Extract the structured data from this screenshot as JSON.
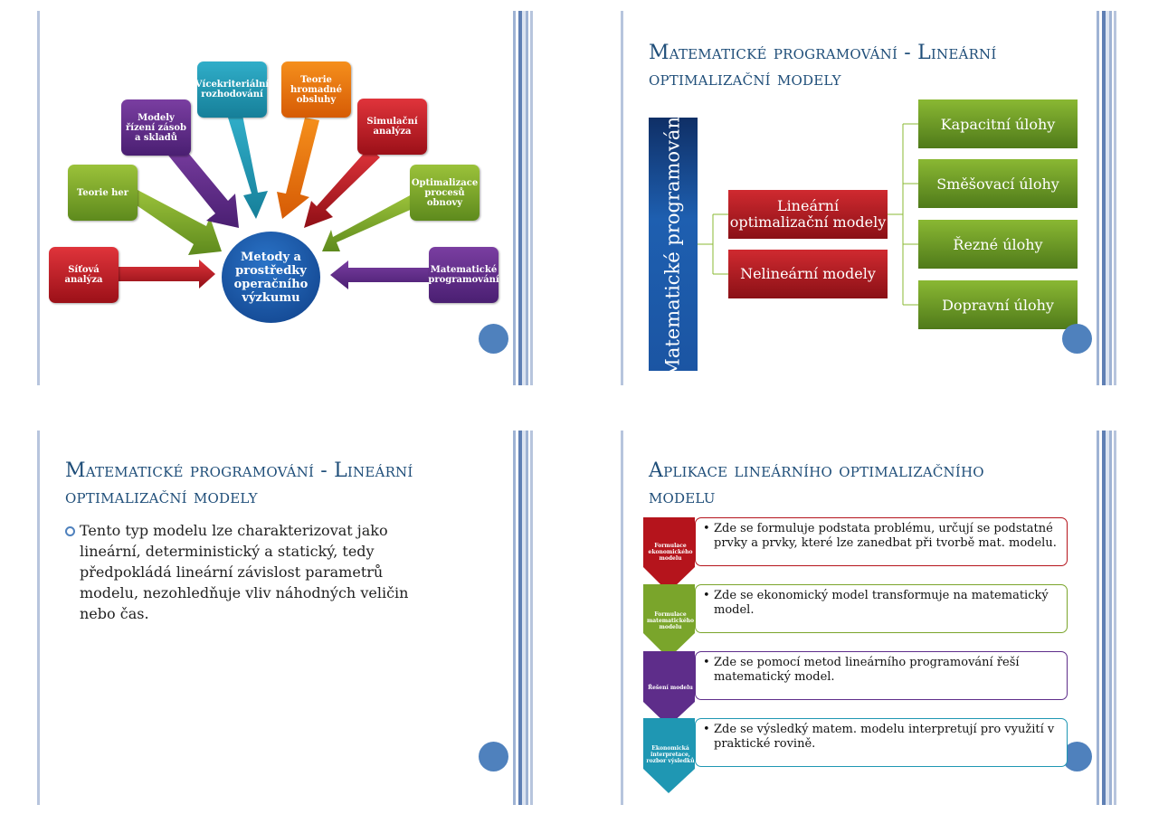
{
  "slide1": {
    "center_label": "Metody a prostředky operačního výzkumu",
    "methods": {
      "sitova": "Síťová analýza",
      "teorie_her": "Teorie her",
      "modely_rizeni": "Modely řízení zásob a skladů",
      "vicekriterialni": "Vícekriteriální rozhodování",
      "hromadne": "Teorie hromadné obsluhy",
      "simulacni": "Simulační analýza",
      "optimalizace": "Optimalizace procesů obnovy",
      "matematicke": "Matematické programování"
    },
    "colors": {
      "red": "#c0202a",
      "green": "#7aa52b",
      "purple": "#5e2d8a",
      "teal": "#1f97b3",
      "orange": "#ef7a10",
      "center": "#1a5aab"
    }
  },
  "slide2": {
    "title": "Matematické programování - Lineární optimalizační modely",
    "vertical_label": "Matematické programování",
    "mid_items": [
      "Lineární optimalizační modely",
      "Nelineární modely"
    ],
    "right_items": [
      "Kapacitní úlohy",
      "Směšovací úlohy",
      "Řezné úlohy",
      "Dopravní úlohy"
    ]
  },
  "slide3": {
    "title": "Matematické programování - Lineární optimalizační modely",
    "paragraph": "Tento typ modelu lze charakterizovat jako lineární, deterministický a statický, tedy předpokládá lineární závislost parametrů modelu, nezohledňuje vliv náhodných veličin nebo čas."
  },
  "slide4": {
    "title": "Aplikace lineárního optimalizačního modelu",
    "steps": [
      {
        "label": "Formulace ekonomického modelu",
        "text": "Zde se formuluje podstata problému, určují se podstatné prvky a prvky, které lze zanedbat při tvorbě mat. modelu.",
        "color": "#b5141c"
      },
      {
        "label": "Formulace matematického modelu",
        "text": "Zde se ekonomický model transformuje na matematický model.",
        "color": "#7aa52b"
      },
      {
        "label": "Řešení modelu",
        "text": "Zde se pomocí metod lineárního programování řeší matematický model.",
        "color": "#5e2d8a"
      },
      {
        "label": "Ekonomická interpretace, rozbor výsledků",
        "text": "Zde se výsledký matem.  modelu interpretují pro využití v praktické rovině.",
        "color": "#1f97b3"
      }
    ],
    "bullet": "•"
  }
}
